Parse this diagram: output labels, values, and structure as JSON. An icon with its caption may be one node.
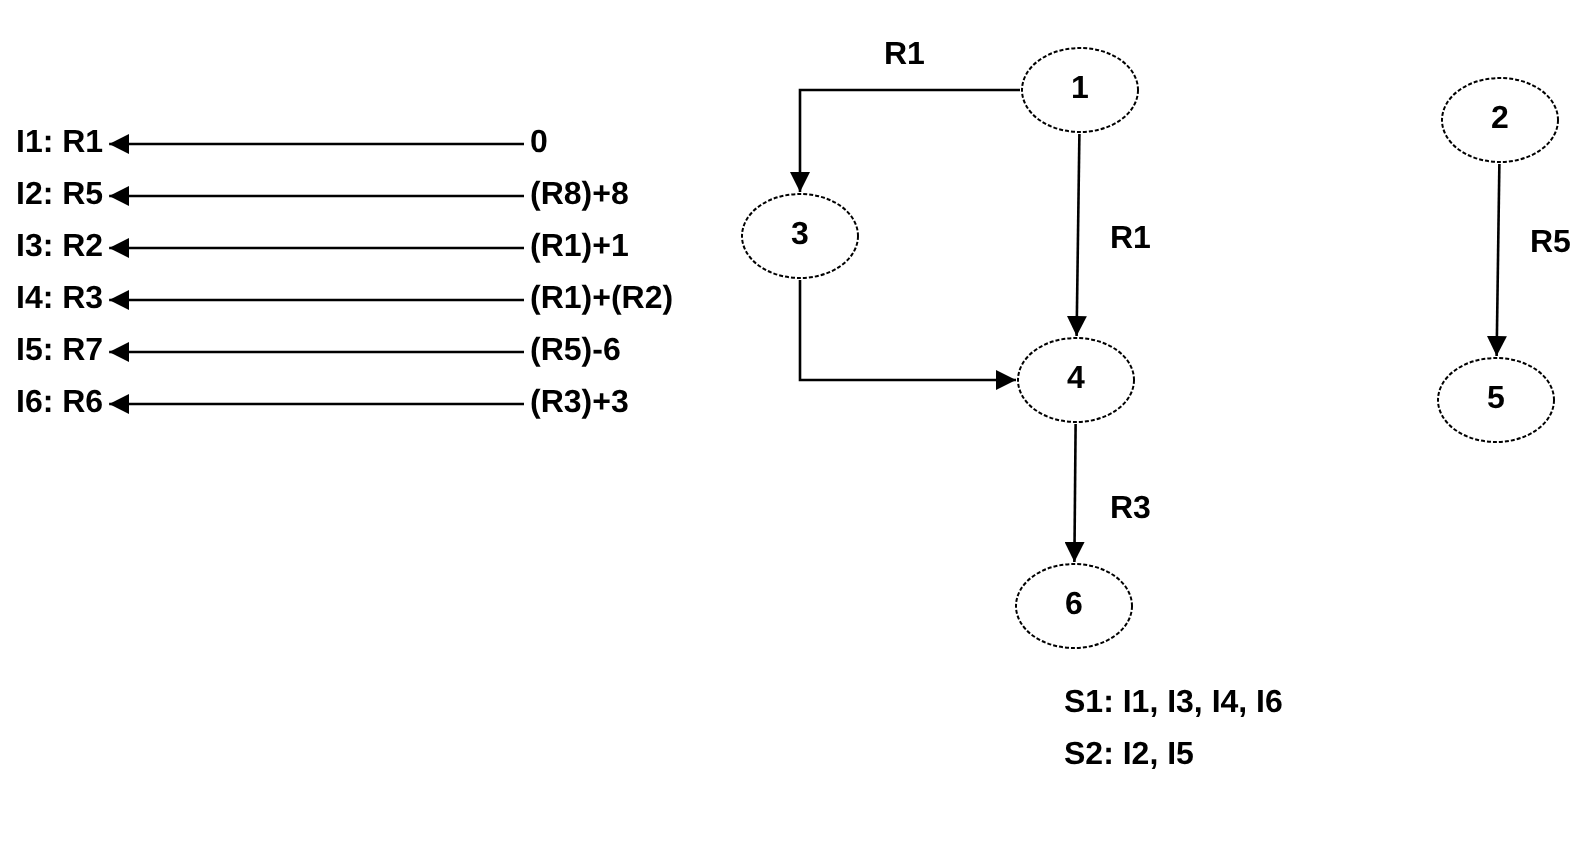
{
  "diagram": {
    "nodes": [
      {
        "text": [
          "I1: R1"
        ]
      },
      {
        "text": [
          "0"
        ]
      },
      {
        "text": [
          "I2: R5"
        ]
      },
      {
        "text": [
          "(R8)+8"
        ]
      },
      {
        "text": [
          "I3: R2"
        ]
      },
      {
        "text": [
          "(R1)+1"
        ]
      },
      {
        "text": [
          "I4: R3"
        ]
      },
      {
        "text": [
          "(R1)+(R2)"
        ]
      },
      {
        "text": [
          "I5: R7"
        ]
      },
      {
        "text": [
          "(R5)-6"
        ]
      },
      {
        "text": [
          "I6: R6"
        ]
      },
      {
        "text": [
          "(R3)+3"
        ]
      },
      {
        "text": [
          "1"
        ]
      },
      {
        "text": [
          "2"
        ]
      },
      {
        "text": [
          "3"
        ]
      },
      {
        "text": [
          "4"
        ]
      },
      {
        "text": [
          "5"
        ]
      },
      {
        "text": [
          "6"
        ]
      }
    ],
    "edges": [
      {
        "from": 1,
        "to": 0,
        "arrow": "to"
      },
      {
        "from": 3,
        "to": 2,
        "arrow": "to"
      },
      {
        "from": 5,
        "to": 4,
        "arrow": "to"
      },
      {
        "from": 7,
        "to": 6,
        "arrow": "to"
      },
      {
        "from": 9,
        "to": 8,
        "arrow": "to"
      },
      {
        "from": 11,
        "to": 10,
        "arrow": "to"
      },
      {
        "from": 12,
        "to": 14,
        "label": "R1",
        "arrow": "to"
      },
      {
        "from": 12,
        "to": 15,
        "label": "R1",
        "arrow": "to"
      },
      {
        "from": 14,
        "to": 15,
        "arrow": "to"
      },
      {
        "from": 15,
        "to": 17,
        "label": "R3",
        "arrow": "to"
      },
      {
        "from": 13,
        "to": 16,
        "label": "R5",
        "arrow": "to"
      }
    ],
    "labels": [
      "S1: I1, I3, I4, I6",
      "S2: I2, I5"
    ]
  }
}
